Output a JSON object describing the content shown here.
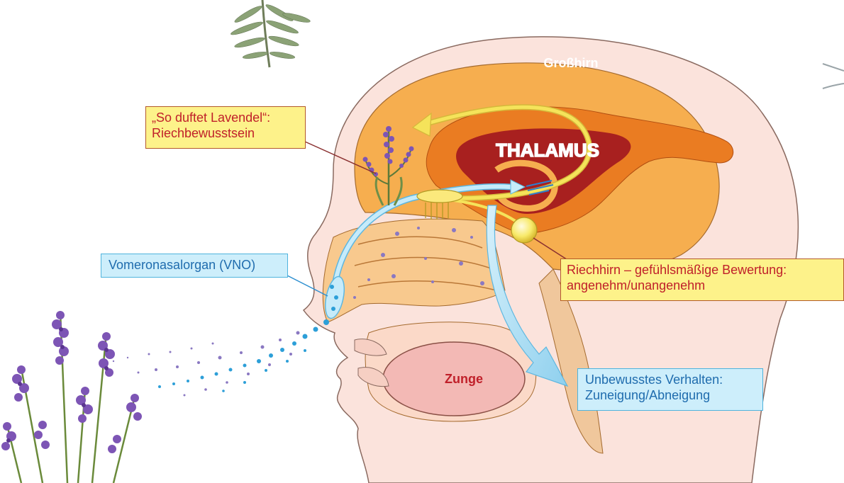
{
  "labels": {
    "cerebrum": "Großhirn",
    "thalamus": "THALAMUS",
    "tongue": "Zunge"
  },
  "callouts": {
    "awareness": {
      "line1": "„So duftet Lavendel“:",
      "line2": "Riechbewusstsein"
    },
    "vno": {
      "line1": "Vomeronasalorgan (VNO)"
    },
    "limbic": {
      "line1": "Riechhirn – gefühlsmäßige Bewertung:",
      "line2": "angenehm/unangenehm"
    },
    "behavior": {
      "line1": "Unbewusstes Verhalten:",
      "line2": "Zuneigung/Abneigung"
    }
  },
  "colors": {
    "head_skin": "#fbe3dc",
    "brain": "#f6ae4f",
    "brain_inner": "#ea7c22",
    "thalamus_core": "#a8201f",
    "nasal": "#f8c98e",
    "tongue": "#f3b9b5",
    "yellow_path": "#f5e35a",
    "blue_path": "#a7dcf3",
    "lavender": "#7d55b5"
  },
  "icons": [
    "lavender-sprig-icon",
    "rosemary-sprig-icon",
    "lavender-bunch-icon",
    "olfactory-bulb-icon",
    "limbic-node-icon",
    "scent-particles-icon"
  ]
}
